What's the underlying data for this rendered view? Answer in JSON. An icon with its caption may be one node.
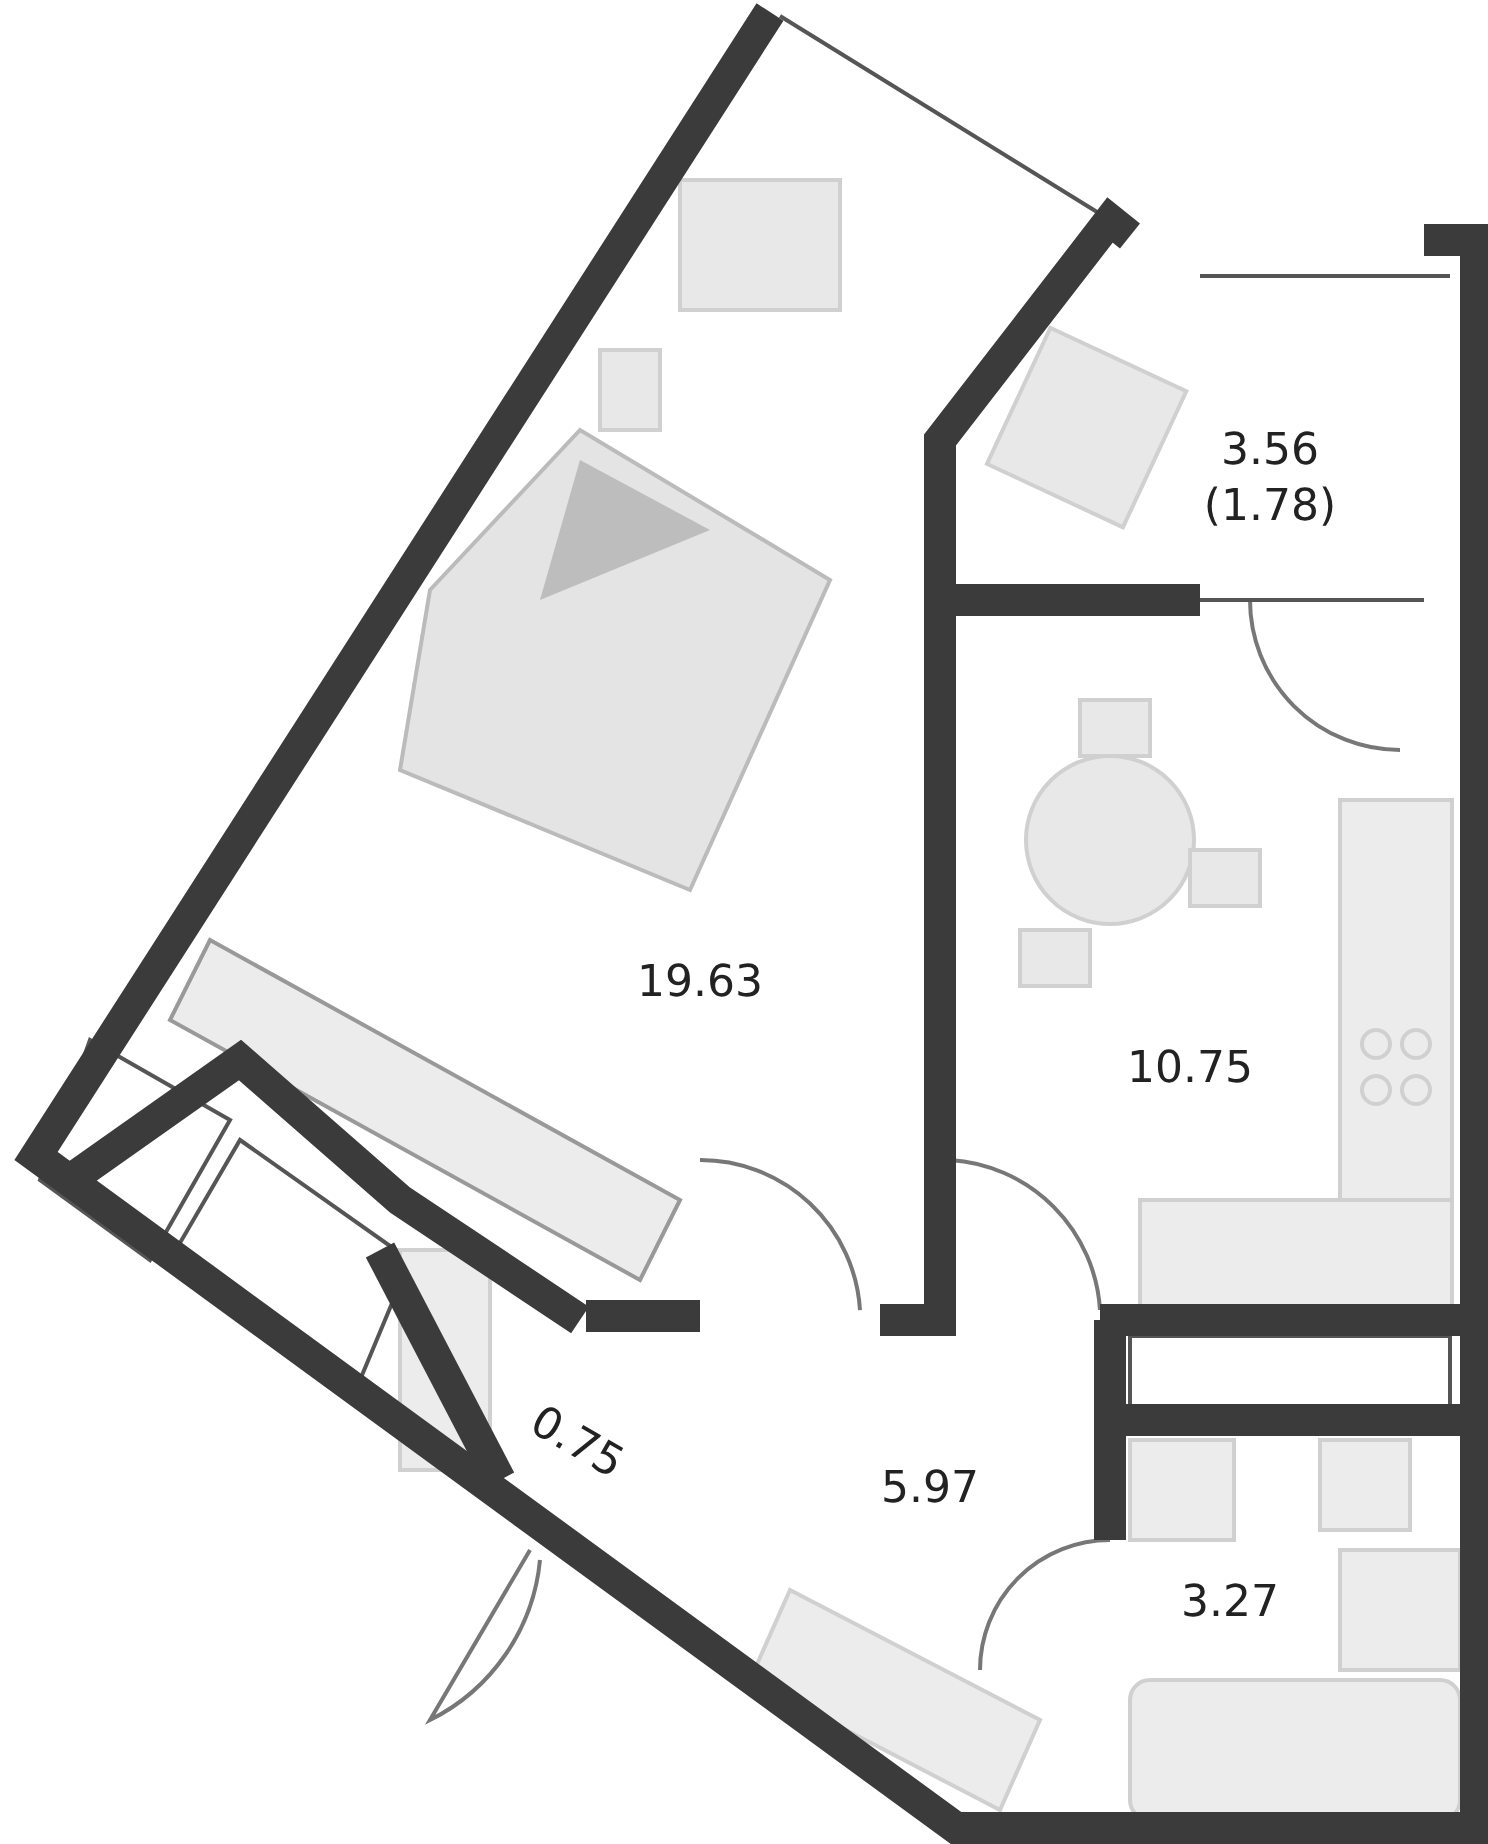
{
  "diagram": {
    "labels": [
      "3.56 (1.78)",
      "19.63",
      "10.75",
      "0.75",
      "5.97",
      "3.27"
    ]
  }
}
